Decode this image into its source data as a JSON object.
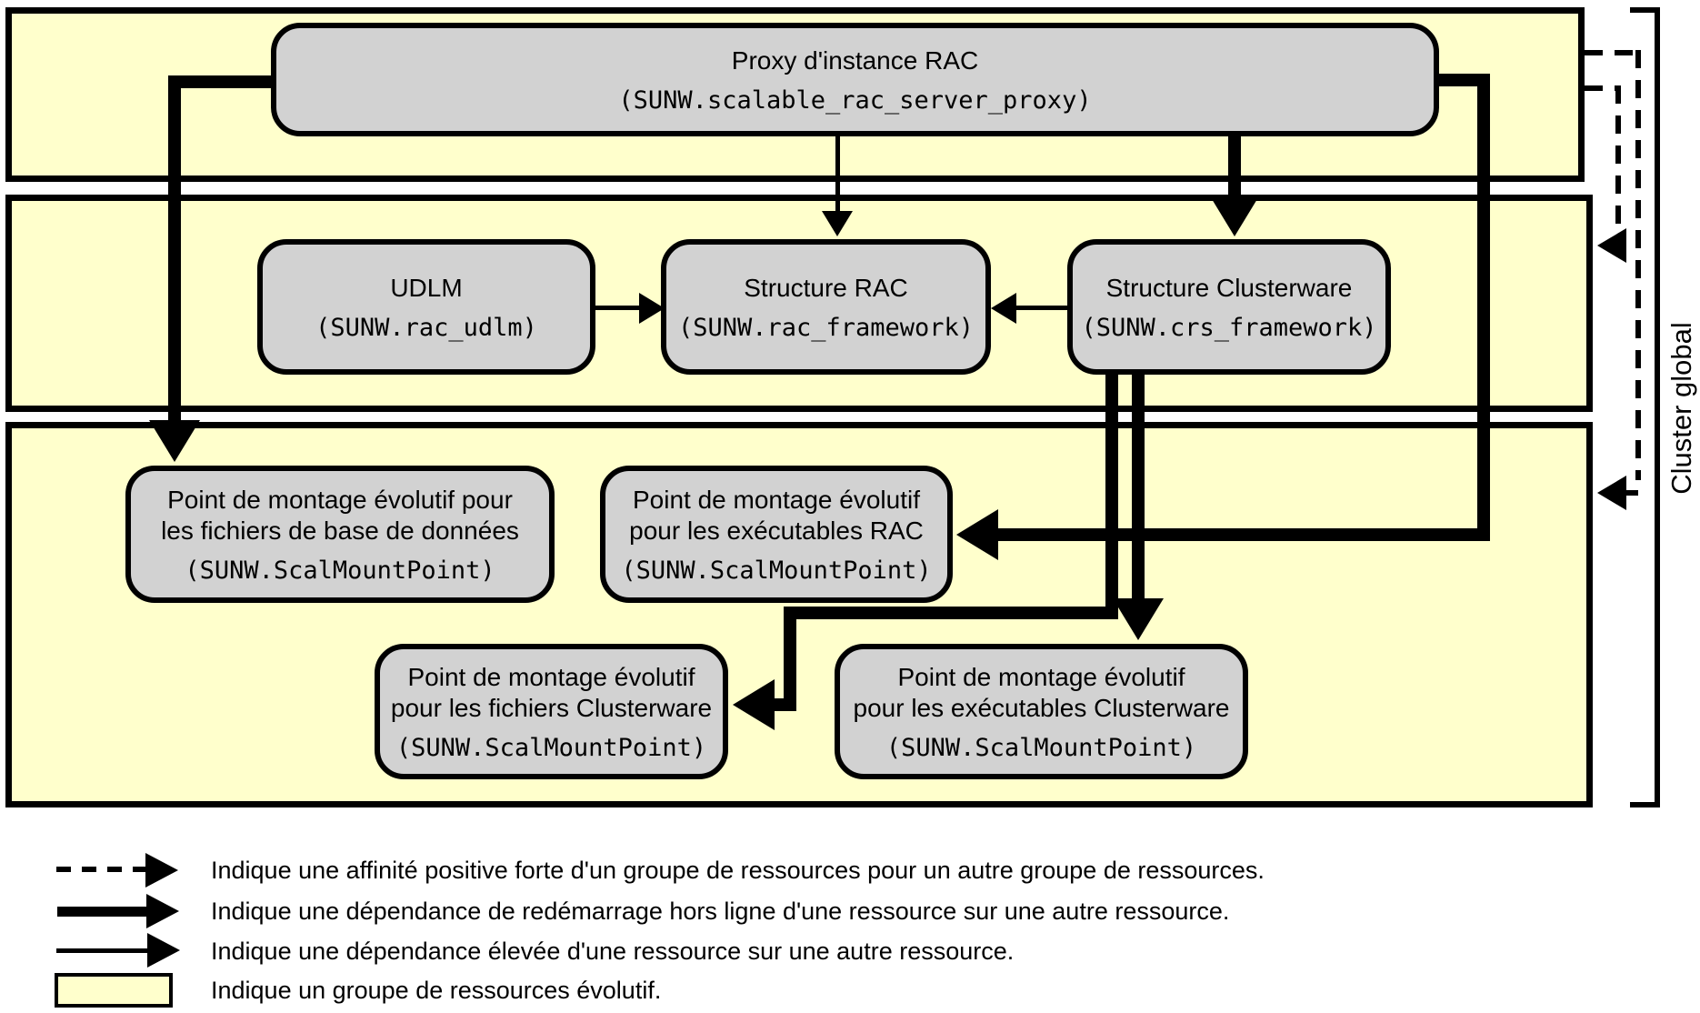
{
  "nodes": {
    "proxy": {
      "label": "Proxy d'instance RAC",
      "code": "(SUNW.scalable_rac_server_proxy)"
    },
    "udlm": {
      "label": "UDLM",
      "code": "(SUNW.rac_udlm)"
    },
    "rac_framework": {
      "label": "Structure RAC",
      "code": "(SUNW.rac_framework)"
    },
    "crs_framework": {
      "label": "Structure Clusterware",
      "code": "(SUNW.crs_framework)"
    },
    "mount_db_files": {
      "label1": "Point de montage évolutif pour",
      "label2": "les fichiers de base de données",
      "code": "(SUNW.ScalMountPoint)"
    },
    "mount_rac_bin": {
      "label1": "Point de montage évolutif",
      "label2": "pour les exécutables RAC",
      "code": "(SUNW.ScalMountPoint)"
    },
    "mount_crs_files": {
      "label1": "Point de montage évolutif",
      "label2": "pour les fichiers Clusterware",
      "code": "(SUNW.ScalMountPoint)"
    },
    "mount_crs_bin": {
      "label1": "Point de montage évolutif",
      "label2": "pour les exécutables Clusterware",
      "code": "(SUNW.ScalMountPoint)"
    }
  },
  "side_label": "Cluster global",
  "legend": {
    "items": [
      {
        "symbol": "dashed-arrow",
        "text": "Indique une affinité positive forte d'un groupe de ressources pour un autre groupe de ressources."
      },
      {
        "symbol": "thick-arrow",
        "text": "Indique une dépendance de redémarrage hors ligne d'une ressource sur une autre ressource."
      },
      {
        "symbol": "thin-arrow",
        "text": "Indique une dépendance élevée d'une ressource sur une autre ressource."
      },
      {
        "symbol": "yellow-box",
        "text": "Indique un groupe de ressources évolutif."
      }
    ]
  },
  "colors": {
    "resource_group_fill": "#FFFFCC",
    "resource_fill": "#D2D2D2",
    "line": "#000000",
    "background": "#FFFFFF"
  }
}
